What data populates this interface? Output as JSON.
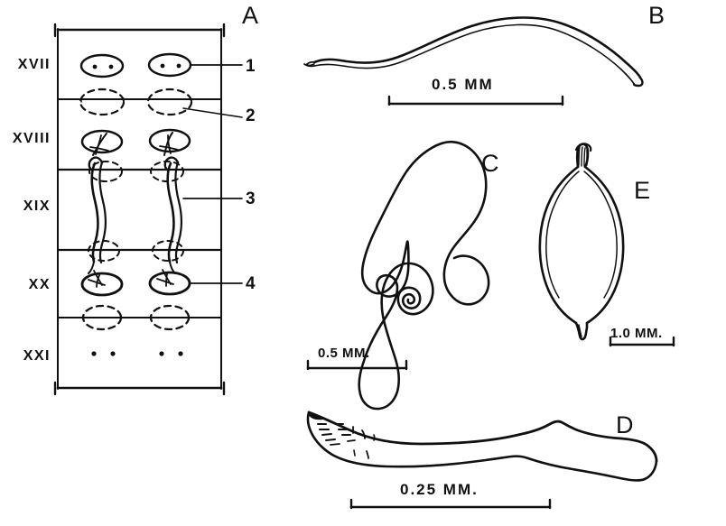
{
  "figure": {
    "kind": "scientific-plate",
    "caption_absent": true,
    "ink_color": "#111111",
    "background_color": "#ffffff"
  },
  "panels": [
    {
      "id": "A",
      "letter": "A",
      "type": "segment-diagram",
      "description": "Ventral view of body segments showing setal pores and tubular setae",
      "segment_labels": [
        "XVII",
        "XVIII",
        "XIX",
        "XX",
        "XXI"
      ],
      "callouts": [
        {
          "label": "1",
          "refers_to": "solid-oval-pore-segment-XVII"
        },
        {
          "label": "2",
          "refers_to": "dashed-oval-pore-below-XVII"
        },
        {
          "label": "3",
          "refers_to": "tubular-seta-segment-XIX"
        },
        {
          "label": "4",
          "refers_to": "solid-oval-pore-segment-XX"
        }
      ]
    },
    {
      "id": "B",
      "letter": "B",
      "type": "specimen-outline",
      "description": "Long slender sigmoid seta",
      "scale_label": "0.5  MM"
    },
    {
      "id": "C",
      "letter": "C",
      "type": "specimen-outline",
      "description": "Irregular hooked glandular organ",
      "scale_label": "0.5  MM."
    },
    {
      "id": "D",
      "letter": "D",
      "type": "specimen-outline",
      "description": "Stout curved penial seta with ornamented tip",
      "scale_label": "0.25  MM."
    },
    {
      "id": "E",
      "letter": "E",
      "type": "specimen-outline",
      "description": "Lemon-shaped cocoon with apical tuft",
      "scale_label": "1.0 MM."
    }
  ]
}
